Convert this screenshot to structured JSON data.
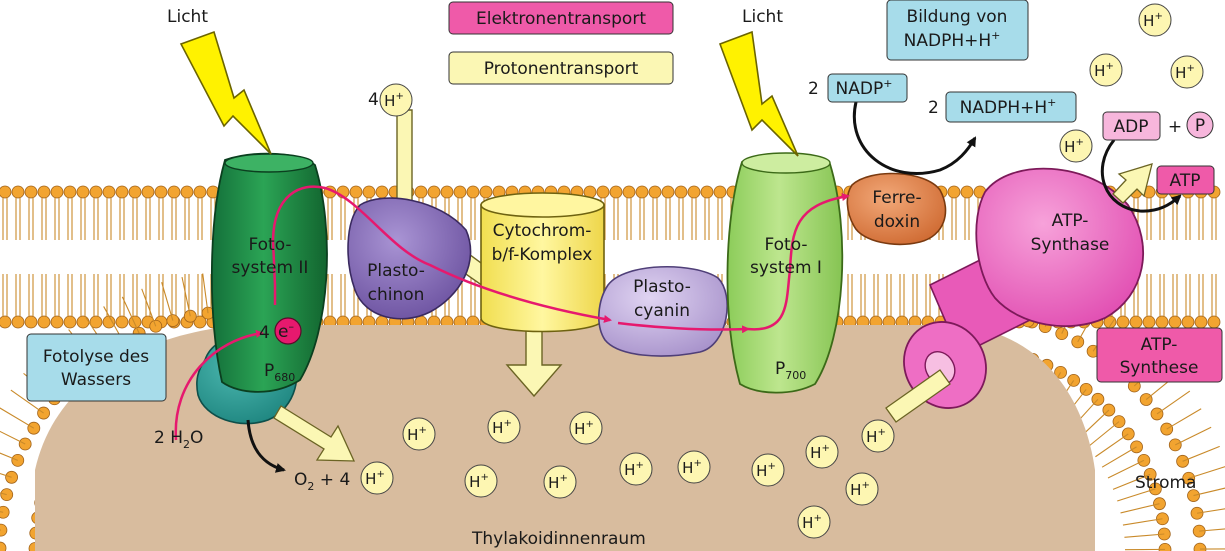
{
  "colors": {
    "membrane_head": "#f2a430",
    "lumen": "#d8bc9e",
    "electron_path": "#e6196e",
    "proton_arrow": "#fbf7b4",
    "lightning": "#fff200",
    "ps2": "#1f8f43",
    "ps1": "#9fd76a",
    "plastochinon": "#8a70b8",
    "cytochrom": "#fdf27c",
    "plastocyanin": "#c6b4e0",
    "ferredoxin": "#e58a52",
    "atp_synthase": "#ee6ec4",
    "h_ion": "#fdf6b2",
    "label_blue": "#a7dcea",
    "label_pink": "#ef5aa9",
    "label_yellow": "#fbf7b4"
  },
  "legend": {
    "electron_transport": "Elektronentransport",
    "proton_transport": "Protonentransport"
  },
  "light": {
    "left": "Licht",
    "right": "Licht"
  },
  "labels": {
    "nadph_box_line1": "Bildung von",
    "nadph_box_line2": "NADPH+H",
    "nadph_box_sup": "+",
    "fotolyse_line1": "Fotolyse des",
    "fotolyse_line2": "Wassers",
    "atp_synthese_line1": "ATP-",
    "atp_synthese_line2": "Synthese",
    "stroma": "Stroma",
    "lumen": "Thylakoidinnenraum"
  },
  "complexes": {
    "ps2_line1": "Foto-",
    "ps2_line2": "system II",
    "p680": "P",
    "p680_sub": "680",
    "ps1_line1": "Foto-",
    "ps1_line2": "system I",
    "p700": "P",
    "p700_sub": "700",
    "plastochinon_line1": "Plasto-",
    "plastochinon_line2": "chinon",
    "cytochrom_line1": "Cytochrom-",
    "cytochrom_line2": "b/f-Komplex",
    "plastocyanin_line1": "Plasto-",
    "plastocyanin_line2": "cyanin",
    "ferredoxin_line1": "Ferre-",
    "ferredoxin_line2": "doxin",
    "atp_synthase_line1": "ATP-",
    "atp_synthase_line2": "Synthase"
  },
  "reactions": {
    "water_coef": "2 H",
    "water_sub": "2",
    "water_tail": "O",
    "oxygen": "O",
    "oxygen_sub": "2",
    "oxygen_tail": " + 4",
    "four_protons": "4",
    "four_electrons": "4",
    "electron": "e",
    "electron_sup": "–",
    "nadp_coef": "2",
    "nadp": "NADP",
    "nadp_sup": "+",
    "nadph_coef": "2",
    "nadph": "NADPH+H",
    "nadph_sup": "+",
    "adp": "ADP",
    "plus": "+",
    "phosphate": "P",
    "atp": "ATP"
  },
  "h_ion": {
    "text": "H",
    "sup": "+"
  }
}
